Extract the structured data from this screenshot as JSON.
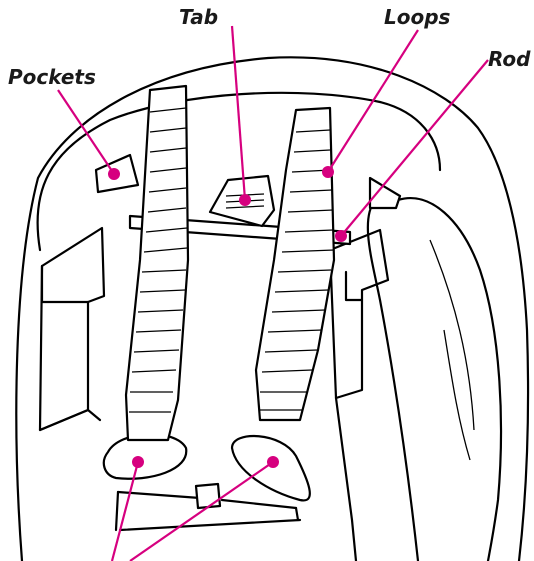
{
  "labels": {
    "tab": "Tab",
    "loops": "Loops",
    "pockets": "Pockets",
    "rod": "Rod"
  },
  "colors": {
    "callout": "#d6007f",
    "outline": "#000000",
    "label": "#1a1a1a"
  }
}
